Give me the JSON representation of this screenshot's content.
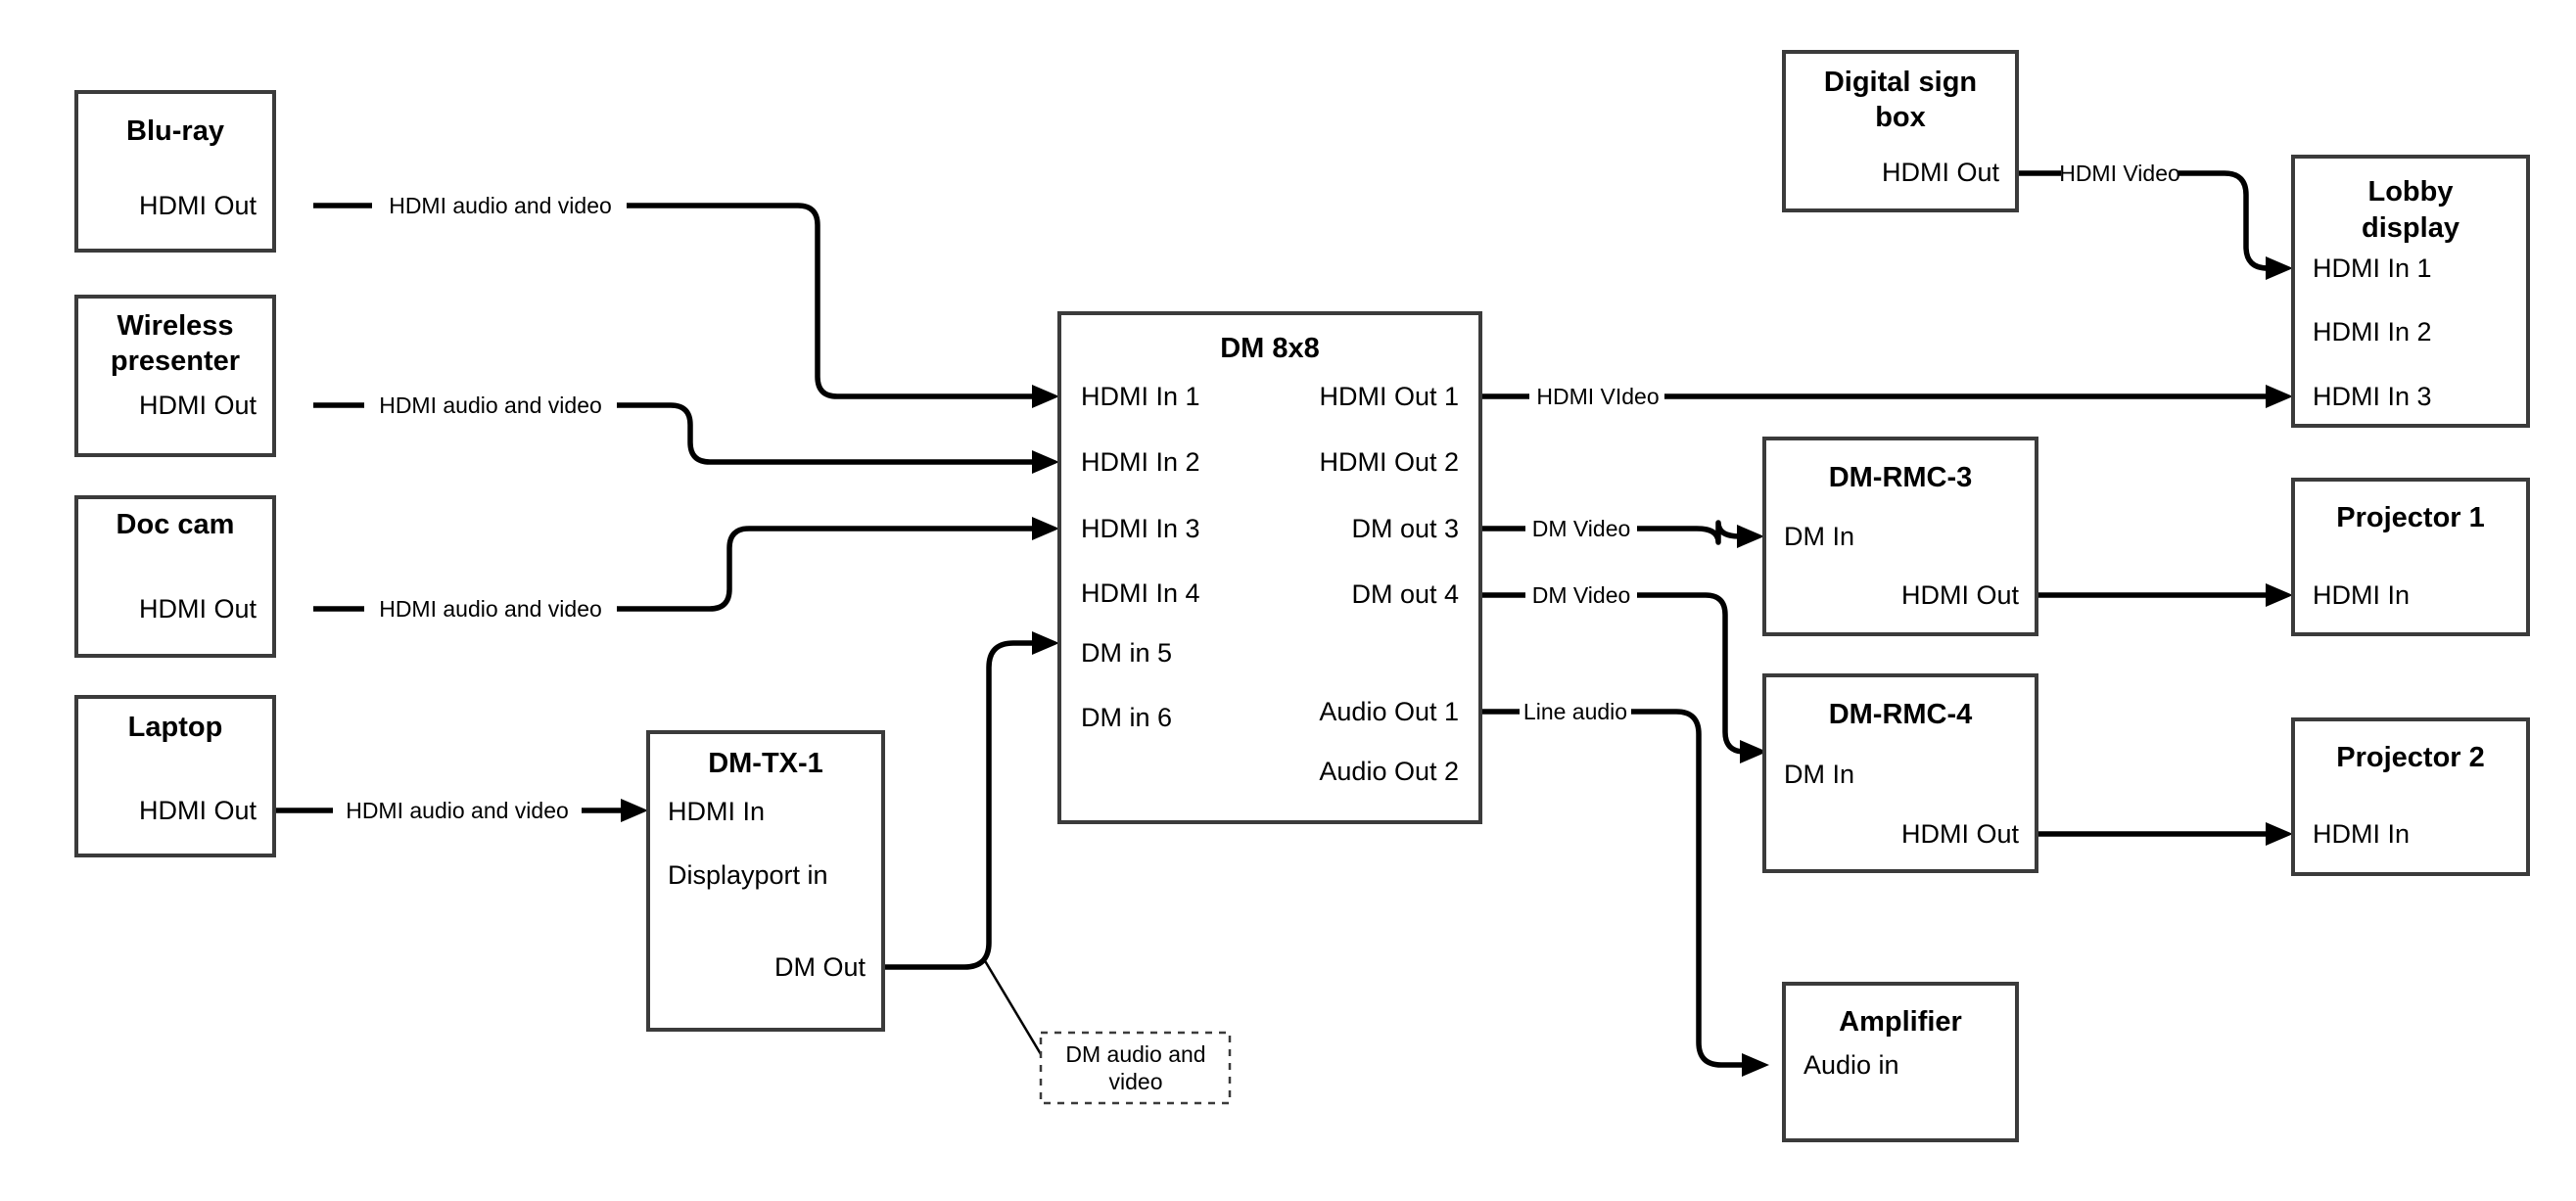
{
  "diagram": {
    "title": "AV signal flow diagram",
    "colors": {
      "background": "#ffffff",
      "box_border": "#3b3b3b",
      "line": "#000000",
      "text": "#000000"
    },
    "nodes": [
      {
        "id": "blu-ray",
        "title": "Blu-ray",
        "ports_left": [],
        "ports_right": [
          "HDMI Out"
        ]
      },
      {
        "id": "wireless-presenter",
        "title": "Wireless presenter",
        "title_line1": "Wireless",
        "title_line2": "presenter",
        "ports_left": [],
        "ports_right": [
          "HDMI Out"
        ]
      },
      {
        "id": "doc-cam",
        "title": "Doc cam",
        "ports_left": [],
        "ports_right": [
          "HDMI Out"
        ]
      },
      {
        "id": "laptop",
        "title": "Laptop",
        "ports_left": [],
        "ports_right": [
          "HDMI Out"
        ]
      },
      {
        "id": "dm-tx-1",
        "title": "DM-TX-1",
        "ports_left": [
          "HDMI In",
          "Displayport in"
        ],
        "ports_right": [
          "DM Out"
        ]
      },
      {
        "id": "dm-8x8",
        "title": "DM 8x8",
        "ports_left": [
          "HDMI In 1",
          "HDMI In 2",
          "HDMI In 3",
          "HDMI In 4",
          "DM in 5",
          "DM in 6"
        ],
        "ports_right": [
          "HDMI Out 1",
          "HDMI Out 2",
          "DM out 3",
          "DM out 4",
          "Audio Out 1",
          "Audio Out 2"
        ]
      },
      {
        "id": "digital-sign-box",
        "title": "Digital sign box",
        "title_line1": "Digital sign",
        "title_line2": "box",
        "ports_left": [],
        "ports_right": [
          "HDMI Out"
        ]
      },
      {
        "id": "lobby-display",
        "title": "Lobby display",
        "title_line1": "Lobby",
        "title_line2": "display",
        "ports_left": [
          "HDMI In 1",
          "HDMI In 2",
          "HDMI In 3"
        ],
        "ports_right": []
      },
      {
        "id": "dm-rmc-3",
        "title": "DM-RMC-3",
        "ports_left": [
          "DM In"
        ],
        "ports_right": [
          "HDMI Out"
        ]
      },
      {
        "id": "dm-rmc-4",
        "title": "DM-RMC-4",
        "ports_left": [
          "DM In"
        ],
        "ports_right": [
          "HDMI Out"
        ]
      },
      {
        "id": "projector-1",
        "title": "Projector 1",
        "ports_left": [
          "HDMI In"
        ],
        "ports_right": []
      },
      {
        "id": "projector-2",
        "title": "Projector 2",
        "ports_left": [
          "HDMI In"
        ],
        "ports_right": []
      },
      {
        "id": "amplifier",
        "title": "Amplifier",
        "ports_left": [
          "Audio in"
        ],
        "ports_right": []
      }
    ],
    "edges": [
      {
        "id": "e1",
        "from": "blu-ray.HDMI Out",
        "to": "dm-8x8.HDMI In 1",
        "label": "HDMI audio and video"
      },
      {
        "id": "e2",
        "from": "wireless-presenter.HDMI Out",
        "to": "dm-8x8.HDMI In 2",
        "label": "HDMI audio and video"
      },
      {
        "id": "e3",
        "from": "doc-cam.HDMI Out",
        "to": "dm-8x8.HDMI In 3",
        "label": "HDMI audio and video"
      },
      {
        "id": "e4",
        "from": "laptop.HDMI Out",
        "to": "dm-tx-1.HDMI In",
        "label": "HDMI audio and video"
      },
      {
        "id": "e5",
        "from": "dm-tx-1.DM Out",
        "to": "dm-8x8.DM in 5",
        "label": ""
      },
      {
        "id": "e6",
        "from": "dm-8x8.HDMI Out 1",
        "to": "lobby-display.HDMI In 3",
        "label": "HDMI VIdeo"
      },
      {
        "id": "e7",
        "from": "dm-8x8.DM out 3",
        "to": "dm-rmc-3.DM In",
        "label": "DM Video"
      },
      {
        "id": "e8",
        "from": "dm-8x8.DM out 4",
        "to": "dm-rmc-4.DM In",
        "label": "DM Video"
      },
      {
        "id": "e9",
        "from": "dm-8x8.Audio Out 1",
        "to": "amplifier.Audio in",
        "label": "Line audio"
      },
      {
        "id": "e10",
        "from": "digital-sign-box.HDMI Out",
        "to": "lobby-display.HDMI In 1",
        "label": "HDMI Video"
      },
      {
        "id": "e11",
        "from": "dm-rmc-3.HDMI Out",
        "to": "projector-1.HDMI In",
        "label": ""
      },
      {
        "id": "e12",
        "from": "dm-rmc-4.HDMI Out",
        "to": "projector-2.HDMI In",
        "label": ""
      }
    ],
    "notes": [
      {
        "id": "dm-av-note",
        "text_line1": "DM audio and",
        "text_line2": "video",
        "attaches_to": "e5"
      }
    ]
  }
}
